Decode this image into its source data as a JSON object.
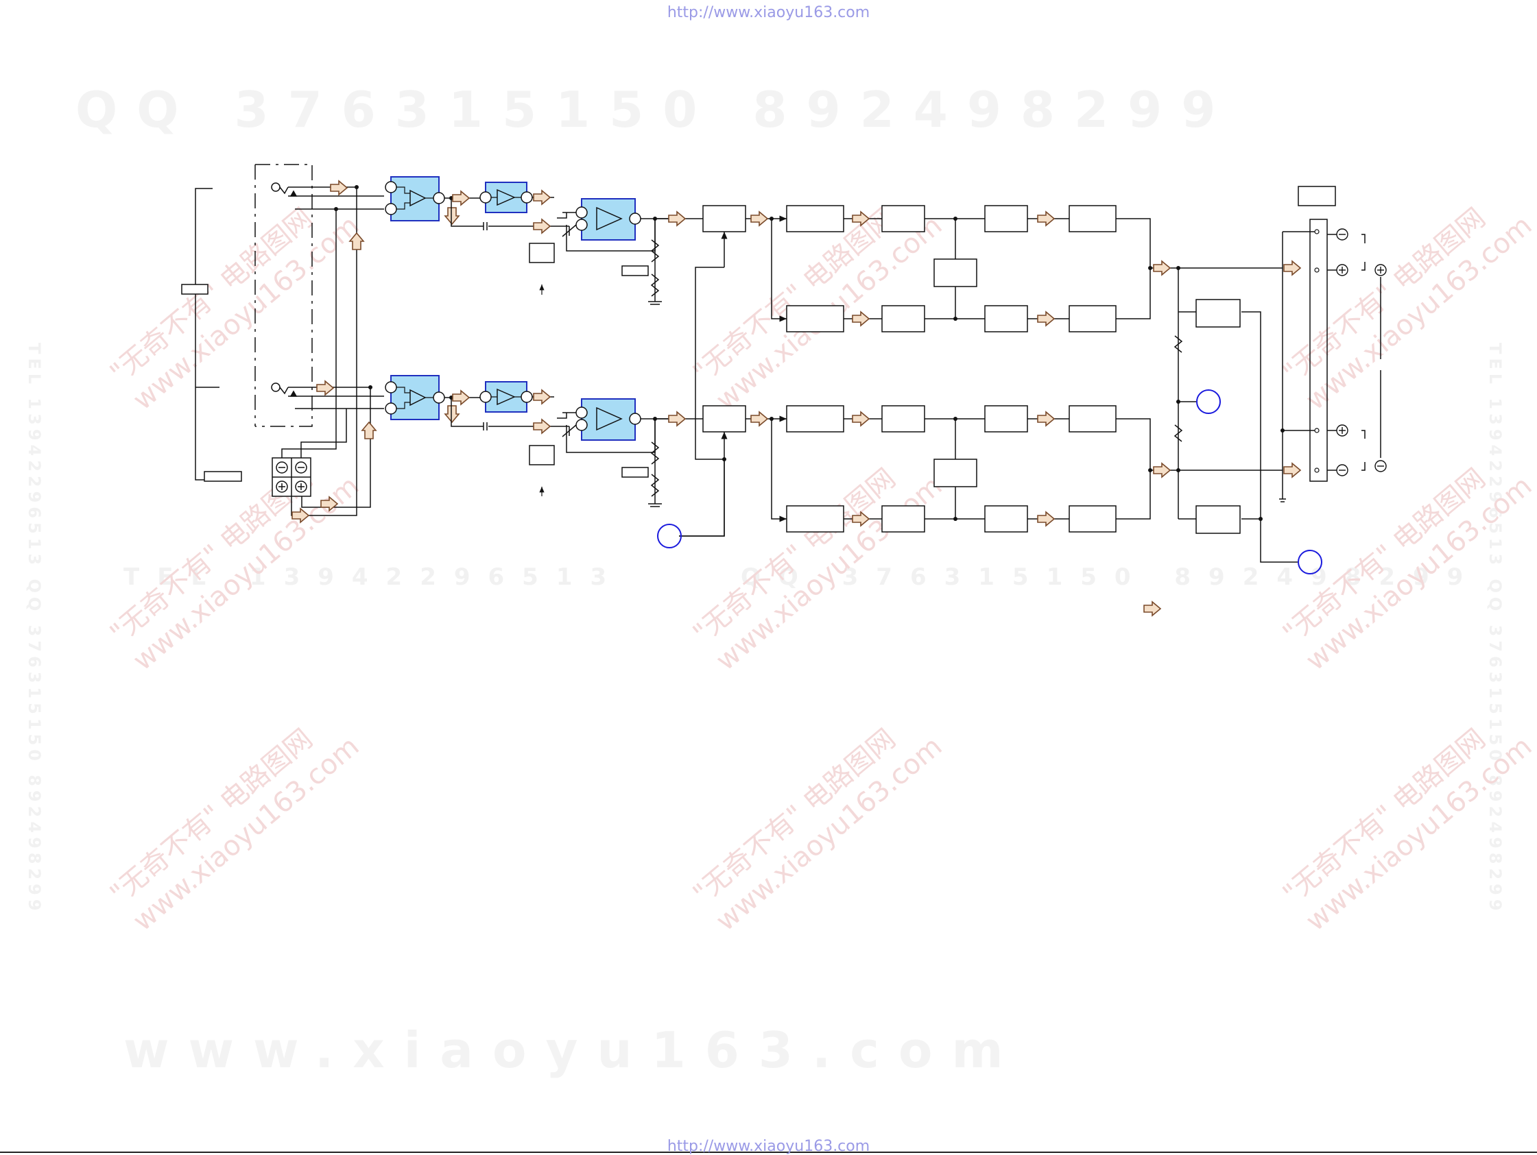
{
  "header_url": "http://www.xiaoyu163.com",
  "footer_url": "http://www.xiaoyu163.com",
  "watermarks": {
    "qq_line": "QQ 376315150  892498299",
    "tel_line": "TEL 13942296513",
    "qq_line_short": "QQ 376315150  892498299",
    "site_line": "www.xiaoyu163.com",
    "diag_cn": "\"无奇不有\" 电路图网",
    "diag_url": "www.xiaoyu163.com",
    "vertical": "TEL 13942296513  QQ 376315150  892498299"
  },
  "colors": {
    "block_fill": "#a8dcf5",
    "block_stroke": "#1f2fbf",
    "arrow_fill": "#f5dfc8",
    "arrow_stroke": "#7a4a2a",
    "circle_stroke": "#1a1add",
    "watermark": "#f2f2f2"
  }
}
